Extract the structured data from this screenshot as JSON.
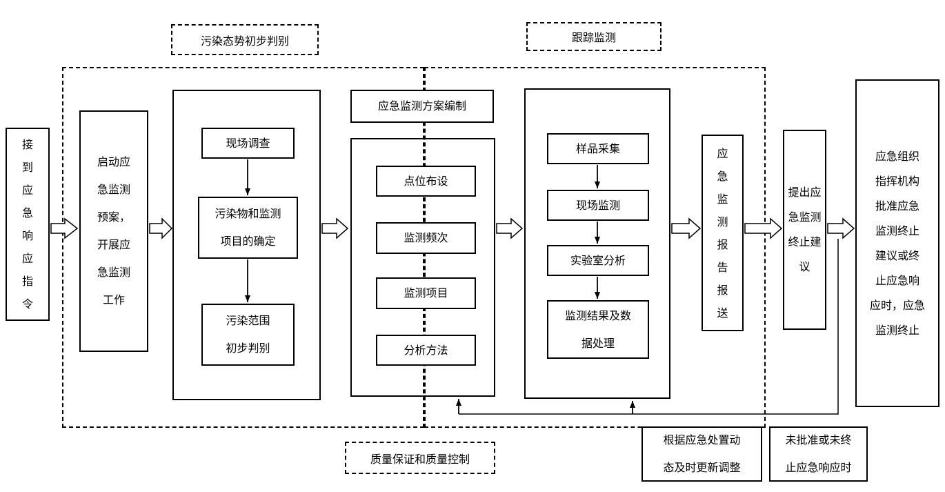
{
  "diagram": {
    "phase1_label": "污染态势初步判别",
    "phase2_label": "跟踪监测",
    "qa_label": "质量保证和质量控制"
  },
  "nodes": {
    "receive_order": "接\n到\n应\n急\n响\n应\n指\n令",
    "start_plan": "启动应\n急监测\n预案，\n开展应\n急监测\n工作",
    "site_survey": "现场调查",
    "pollutant_determination": "污染物和监测\n项目的确定",
    "pollution_scope": "污染范围\n初步判别",
    "plan_title": "应急监测方案编制",
    "point_layout": "点位布设",
    "monitoring_frequency": "监测频次",
    "monitoring_items": "监测项目",
    "analysis_method": "分析方法",
    "sample_collection": "样品采集",
    "field_monitoring": "现场监测",
    "lab_analysis": "实验室分析",
    "data_processing": "监测结果及数\n据处理",
    "report_submission": "应\n急\n监\n测\n报\n告\n报\n送",
    "termination_proposal": "提出应\n急监测\n终止建\n议",
    "termination_final": "应急组织\n指挥机构\n批准应急\n监测终止\n建议或终\n止应急响\n应时，应急\n监测终止",
    "dynamic_adjustment": "根据应急处置动\n态及时更新调整",
    "not_approved": "未批准或未终\n止应急响应时"
  }
}
